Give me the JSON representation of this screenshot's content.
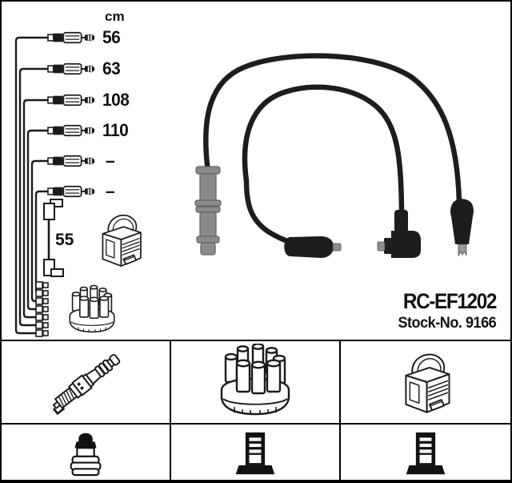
{
  "product": {
    "part_number": "RC-EF1202",
    "stock_label": "Stock-No. 9166"
  },
  "length_table": {
    "unit_header": "cm",
    "cable_lengths": [
      "56",
      "63",
      "108",
      "110",
      "–",
      "–"
    ],
    "coil_wire_length": "55"
  },
  "legend_icons": [
    "spark-plug-icon",
    "distributor-cap-icon",
    "ignition-coil-icon",
    "terminal-sae-nut-icon",
    "terminal-stud-icon",
    "terminal-stud-icon"
  ],
  "colors": {
    "line_art": "#1a1a1a",
    "cable_black": "#1d1d1d",
    "boot_gray": "#8b8b8e",
    "metal_gray": "#8f8f8f",
    "background": "#ffffff"
  }
}
